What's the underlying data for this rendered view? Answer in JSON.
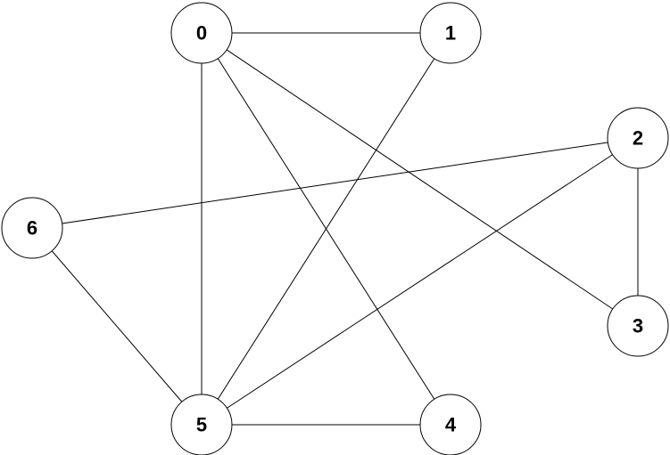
{
  "graph": {
    "nodes": [
      "0",
      "1",
      "2",
      "3",
      "4",
      "5",
      "6"
    ],
    "edges": [
      [
        "0",
        "1"
      ],
      [
        "0",
        "5"
      ],
      [
        "0",
        "4"
      ],
      [
        "0",
        "3"
      ],
      [
        "1",
        "5"
      ],
      [
        "2",
        "6"
      ],
      [
        "2",
        "5"
      ],
      [
        "2",
        "3"
      ],
      [
        "6",
        "5"
      ],
      [
        "5",
        "4"
      ]
    ]
  }
}
